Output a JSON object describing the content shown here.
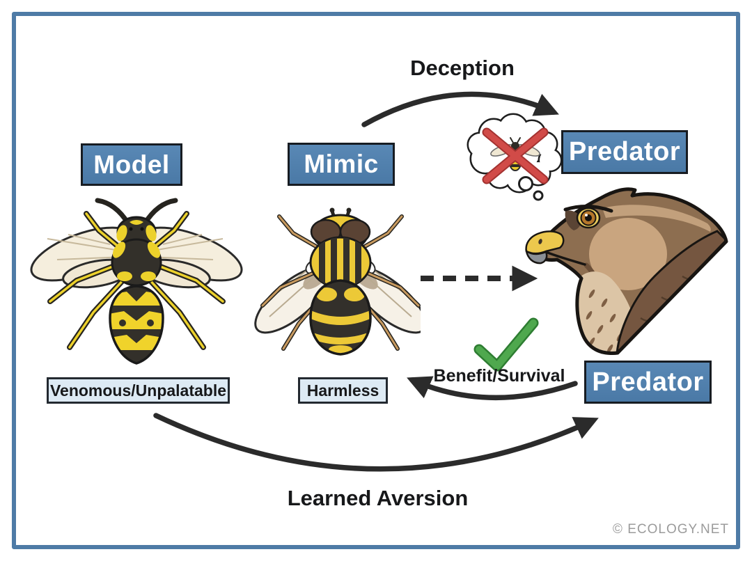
{
  "entities": {
    "model_label": "Model",
    "mimic_label": "Mimic",
    "predator_top_label": "Predator",
    "predator_bottom_label": "Predator",
    "model_trait_label": "Venomous/Unpalatable",
    "mimic_trait_label": "Harmless"
  },
  "relations": {
    "deception_label": "Deception",
    "benefit_label": "Benefit/Survival",
    "learned_aversion_label": "Learned Aversion"
  },
  "credit_label": "© ECOLOGY.NET",
  "icons": {
    "model_illustration": "wasp-icon",
    "mimic_illustration": "hoverfly-icon",
    "predator_illustration": "hawk-head-icon",
    "thought_bubble": "no-wasp-thought-bubble-icon",
    "approval": "green-checkmark-icon"
  },
  "colors": {
    "frame_border": "#4e7ba6",
    "entity_box_fill": "#4d7dab",
    "entity_box_text": "#ffffff",
    "trait_box_fill": "#ddeaf4",
    "arrow": "#2b2b2b",
    "checkmark_green": "#4fa84e",
    "prohibition_red": "#d14b48",
    "credit_text": "#9b9b9b"
  }
}
